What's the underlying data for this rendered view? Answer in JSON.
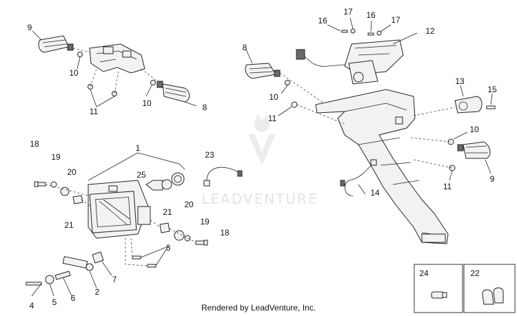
{
  "watermark": {
    "text": "LEADVENTURE"
  },
  "credit": "Rendered by LeadVenture, Inc.",
  "callouts": {
    "c1": "1",
    "c2": "2",
    "c3": "3",
    "c4": "4",
    "c5": "5",
    "c6": "6",
    "c7": "7",
    "c8a": "8",
    "c8b": "8",
    "c9a": "9",
    "c9b": "9",
    "c10a": "10",
    "c10b": "10",
    "c10c": "10",
    "c10d": "10",
    "c11a": "11",
    "c11b": "11",
    "c11c": "11",
    "c12": "12",
    "c13": "13",
    "c14": "14",
    "c15": "15",
    "c16a": "16",
    "c16b": "16",
    "c17a": "17",
    "c17b": "17",
    "c18a": "18",
    "c18b": "18",
    "c19a": "19",
    "c19b": "19",
    "c20a": "20",
    "c20b": "20",
    "c21a": "21",
    "c21b": "21",
    "c22": "22",
    "c23": "23",
    "c24": "24",
    "c25": "25"
  }
}
